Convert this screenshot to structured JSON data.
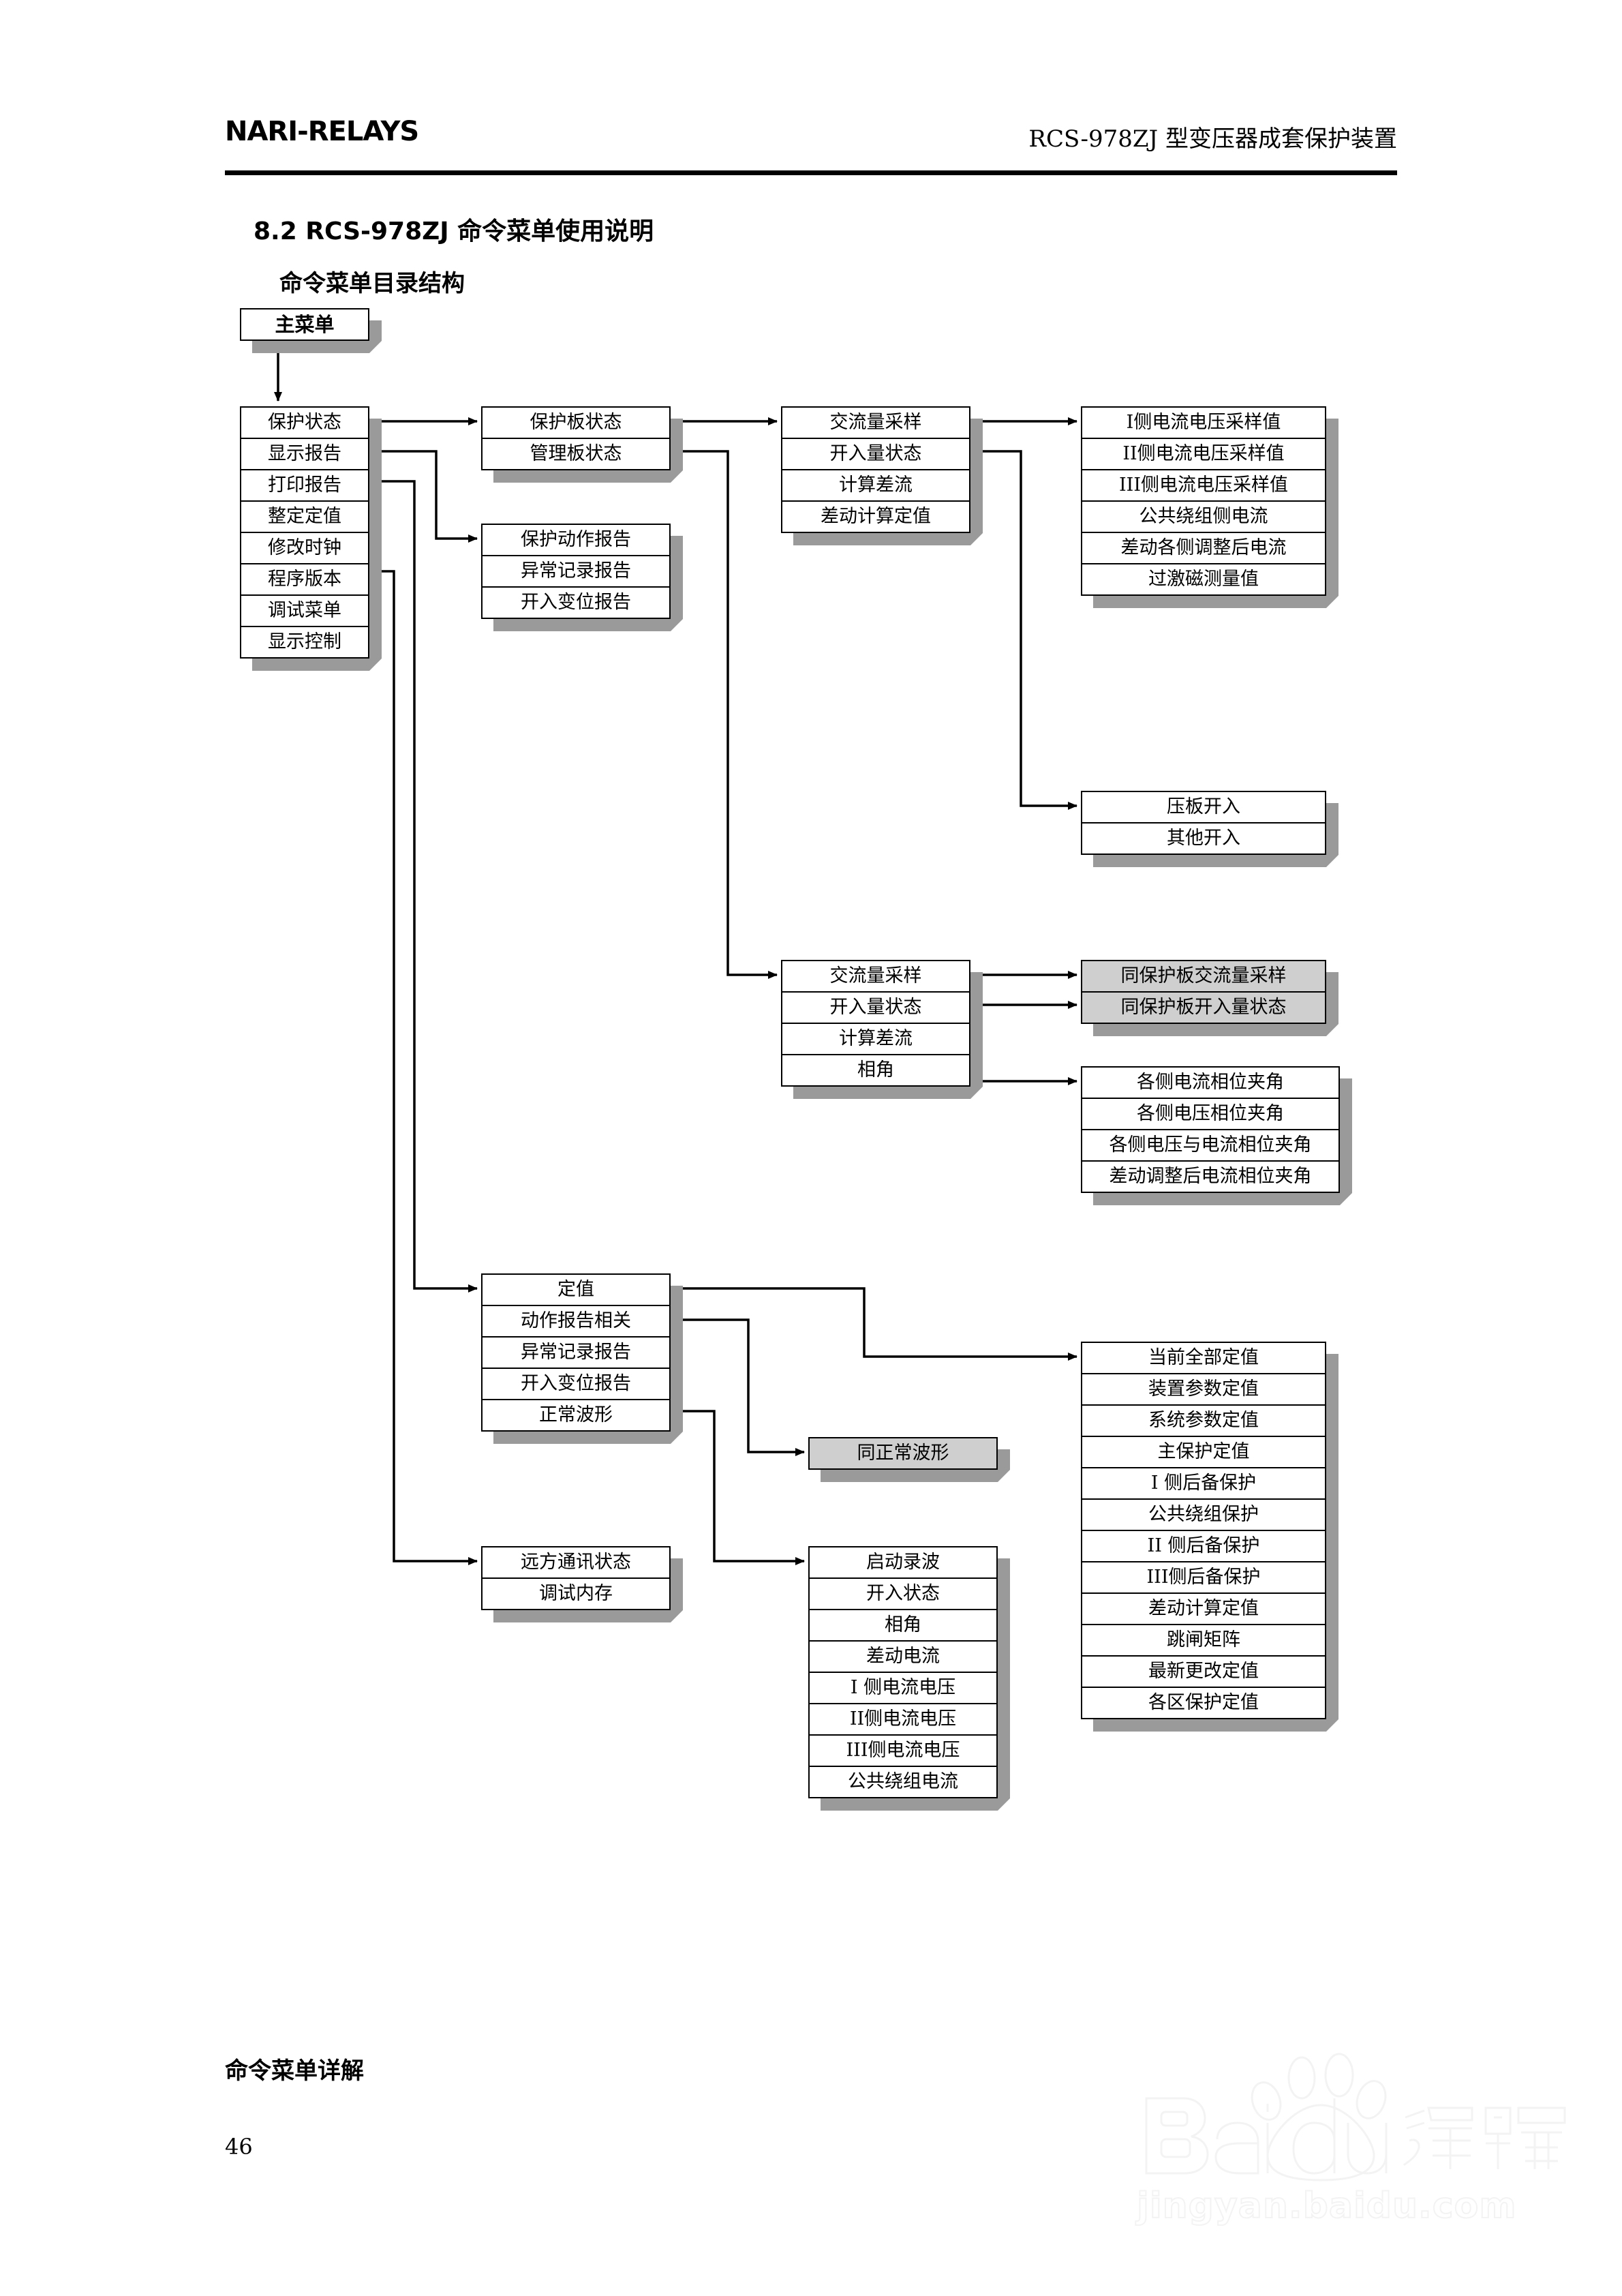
{
  "header": {
    "brand": "NARI-RELAYS",
    "title": "RCS-978ZJ 型变压器成套保护装置"
  },
  "section": {
    "number_title": "8.2    RCS-978ZJ 命令菜单使用说明",
    "subtitle": "命令菜单目录结构",
    "footer_heading": "命令菜单详解",
    "page_number": "46"
  },
  "watermark": {
    "brand": "Baidu",
    "brand_cn": "经验",
    "url": "jingyan.baidu.com"
  },
  "flowchart": {
    "type": "tree-menu-diagram",
    "groups": {
      "main_menu": {
        "label": "主菜单",
        "items": [
          "主菜单"
        ]
      },
      "level1": {
        "items": [
          "保护状态",
          "显示报告",
          "打印报告",
          "整定定值",
          "修改时钟",
          "程序版本",
          "调试菜单",
          "显示控制"
        ]
      },
      "board_status": {
        "items": [
          "保护板状态",
          "管理板状态"
        ]
      },
      "reports": {
        "items": [
          "保护动作报告",
          "异常记录报告",
          "开入变位报告"
        ]
      },
      "ac_sampling_1": {
        "items": [
          "交流量采样",
          "开入量状态",
          "计算差流",
          "差动计算定值"
        ]
      },
      "sampling_values": {
        "items": [
          "I侧电流电压采样值",
          "II侧电流电压采样值",
          "III侧电流电压采样值",
          "公共绕组侧电流",
          "差动各侧调整后电流",
          "过激磁测量值"
        ]
      },
      "binary_inputs": {
        "items": [
          "压板开入",
          "其他开入"
        ]
      },
      "ac_sampling_2": {
        "items": [
          "交流量采样",
          "开入量状态",
          "计算差流",
          "相角"
        ]
      },
      "same_board": {
        "shaded": true,
        "items": [
          "同保护板交流量采样",
          "同保护板开入量状态"
        ]
      },
      "phase_angles": {
        "items": [
          "各侧电流相位夹角",
          "各侧电压相位夹角",
          "各侧电压与电流相位夹角",
          "差动调整后电流相位夹角"
        ]
      },
      "print_group": {
        "items": [
          "定值",
          "动作报告相关",
          "异常记录报告",
          "开入变位报告",
          "正常波形"
        ]
      },
      "same_waveform": {
        "shaded": true,
        "items": [
          "同正常波形"
        ]
      },
      "debug_group": {
        "items": [
          "远方通讯状态",
          "调试内存"
        ]
      },
      "wave_record": {
        "items": [
          "启动录波",
          "开入状态",
          "相角",
          "差动电流",
          "I 侧电流电压",
          "II侧电流电压",
          "III侧电流电压",
          "公共绕组电流"
        ]
      },
      "settings_group": {
        "items": [
          "当前全部定值",
          "装置参数定值",
          "系统参数定值",
          "主保护定值",
          "I 侧后备保护",
          "公共绕组保护",
          "II 侧后备保护",
          "III侧后备保护",
          "差动计算定值",
          "跳闸矩阵",
          "最新更改定值",
          "各区保护定值"
        ]
      }
    }
  },
  "colors": {
    "ink": "#000000",
    "shadow": "#9a9a9a",
    "shaded_fill": "#cfcfcf",
    "page": "#ffffff"
  }
}
